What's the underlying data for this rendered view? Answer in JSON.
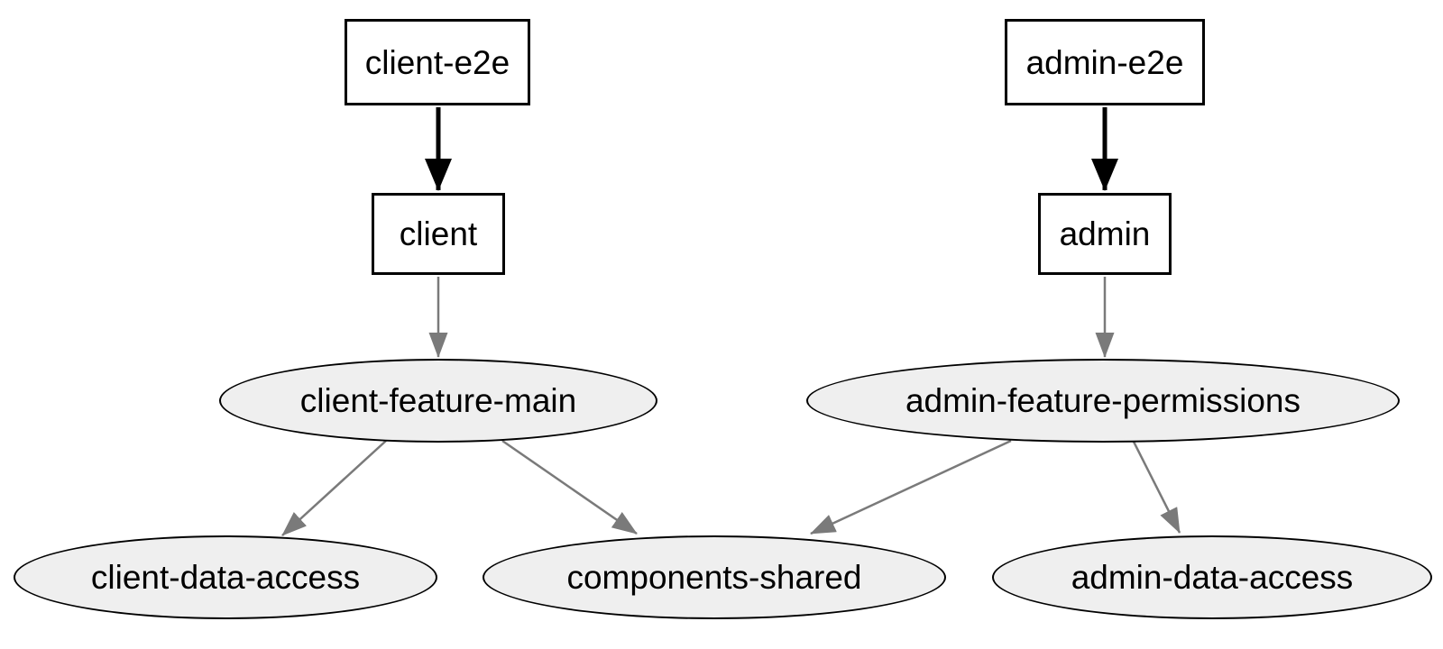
{
  "diagram": {
    "kind": "dependency-graph",
    "nodes": [
      {
        "id": "client-e2e",
        "label": "client-e2e",
        "shape": "rect"
      },
      {
        "id": "admin-e2e",
        "label": "admin-e2e",
        "shape": "rect"
      },
      {
        "id": "client",
        "label": "client",
        "shape": "rect"
      },
      {
        "id": "admin",
        "label": "admin",
        "shape": "rect"
      },
      {
        "id": "client-feature-main",
        "label": "client-feature-main",
        "shape": "ellipse"
      },
      {
        "id": "admin-feature-permissions",
        "label": "admin-feature-permissions",
        "shape": "ellipse"
      },
      {
        "id": "client-data-access",
        "label": "client-data-access",
        "shape": "ellipse"
      },
      {
        "id": "components-shared",
        "label": "components-shared",
        "shape": "ellipse"
      },
      {
        "id": "admin-data-access",
        "label": "admin-data-access",
        "shape": "ellipse"
      }
    ],
    "edges": [
      {
        "from": "client-e2e",
        "to": "client",
        "style": "bold"
      },
      {
        "from": "admin-e2e",
        "to": "admin",
        "style": "bold"
      },
      {
        "from": "client",
        "to": "client-feature-main",
        "style": "thin"
      },
      {
        "from": "admin",
        "to": "admin-feature-permissions",
        "style": "thin"
      },
      {
        "from": "client-feature-main",
        "to": "client-data-access",
        "style": "thin"
      },
      {
        "from": "client-feature-main",
        "to": "components-shared",
        "style": "thin"
      },
      {
        "from": "admin-feature-permissions",
        "to": "components-shared",
        "style": "thin"
      },
      {
        "from": "admin-feature-permissions",
        "to": "admin-data-access",
        "style": "thin"
      }
    ],
    "colors": {
      "background": "#ffffff",
      "node_border": "#000000",
      "rect_fill": "#ffffff",
      "ellipse_fill": "#efefef",
      "edge_bold": "#000000",
      "edge_thin": "#7a7a7a",
      "text": "#000000"
    }
  }
}
